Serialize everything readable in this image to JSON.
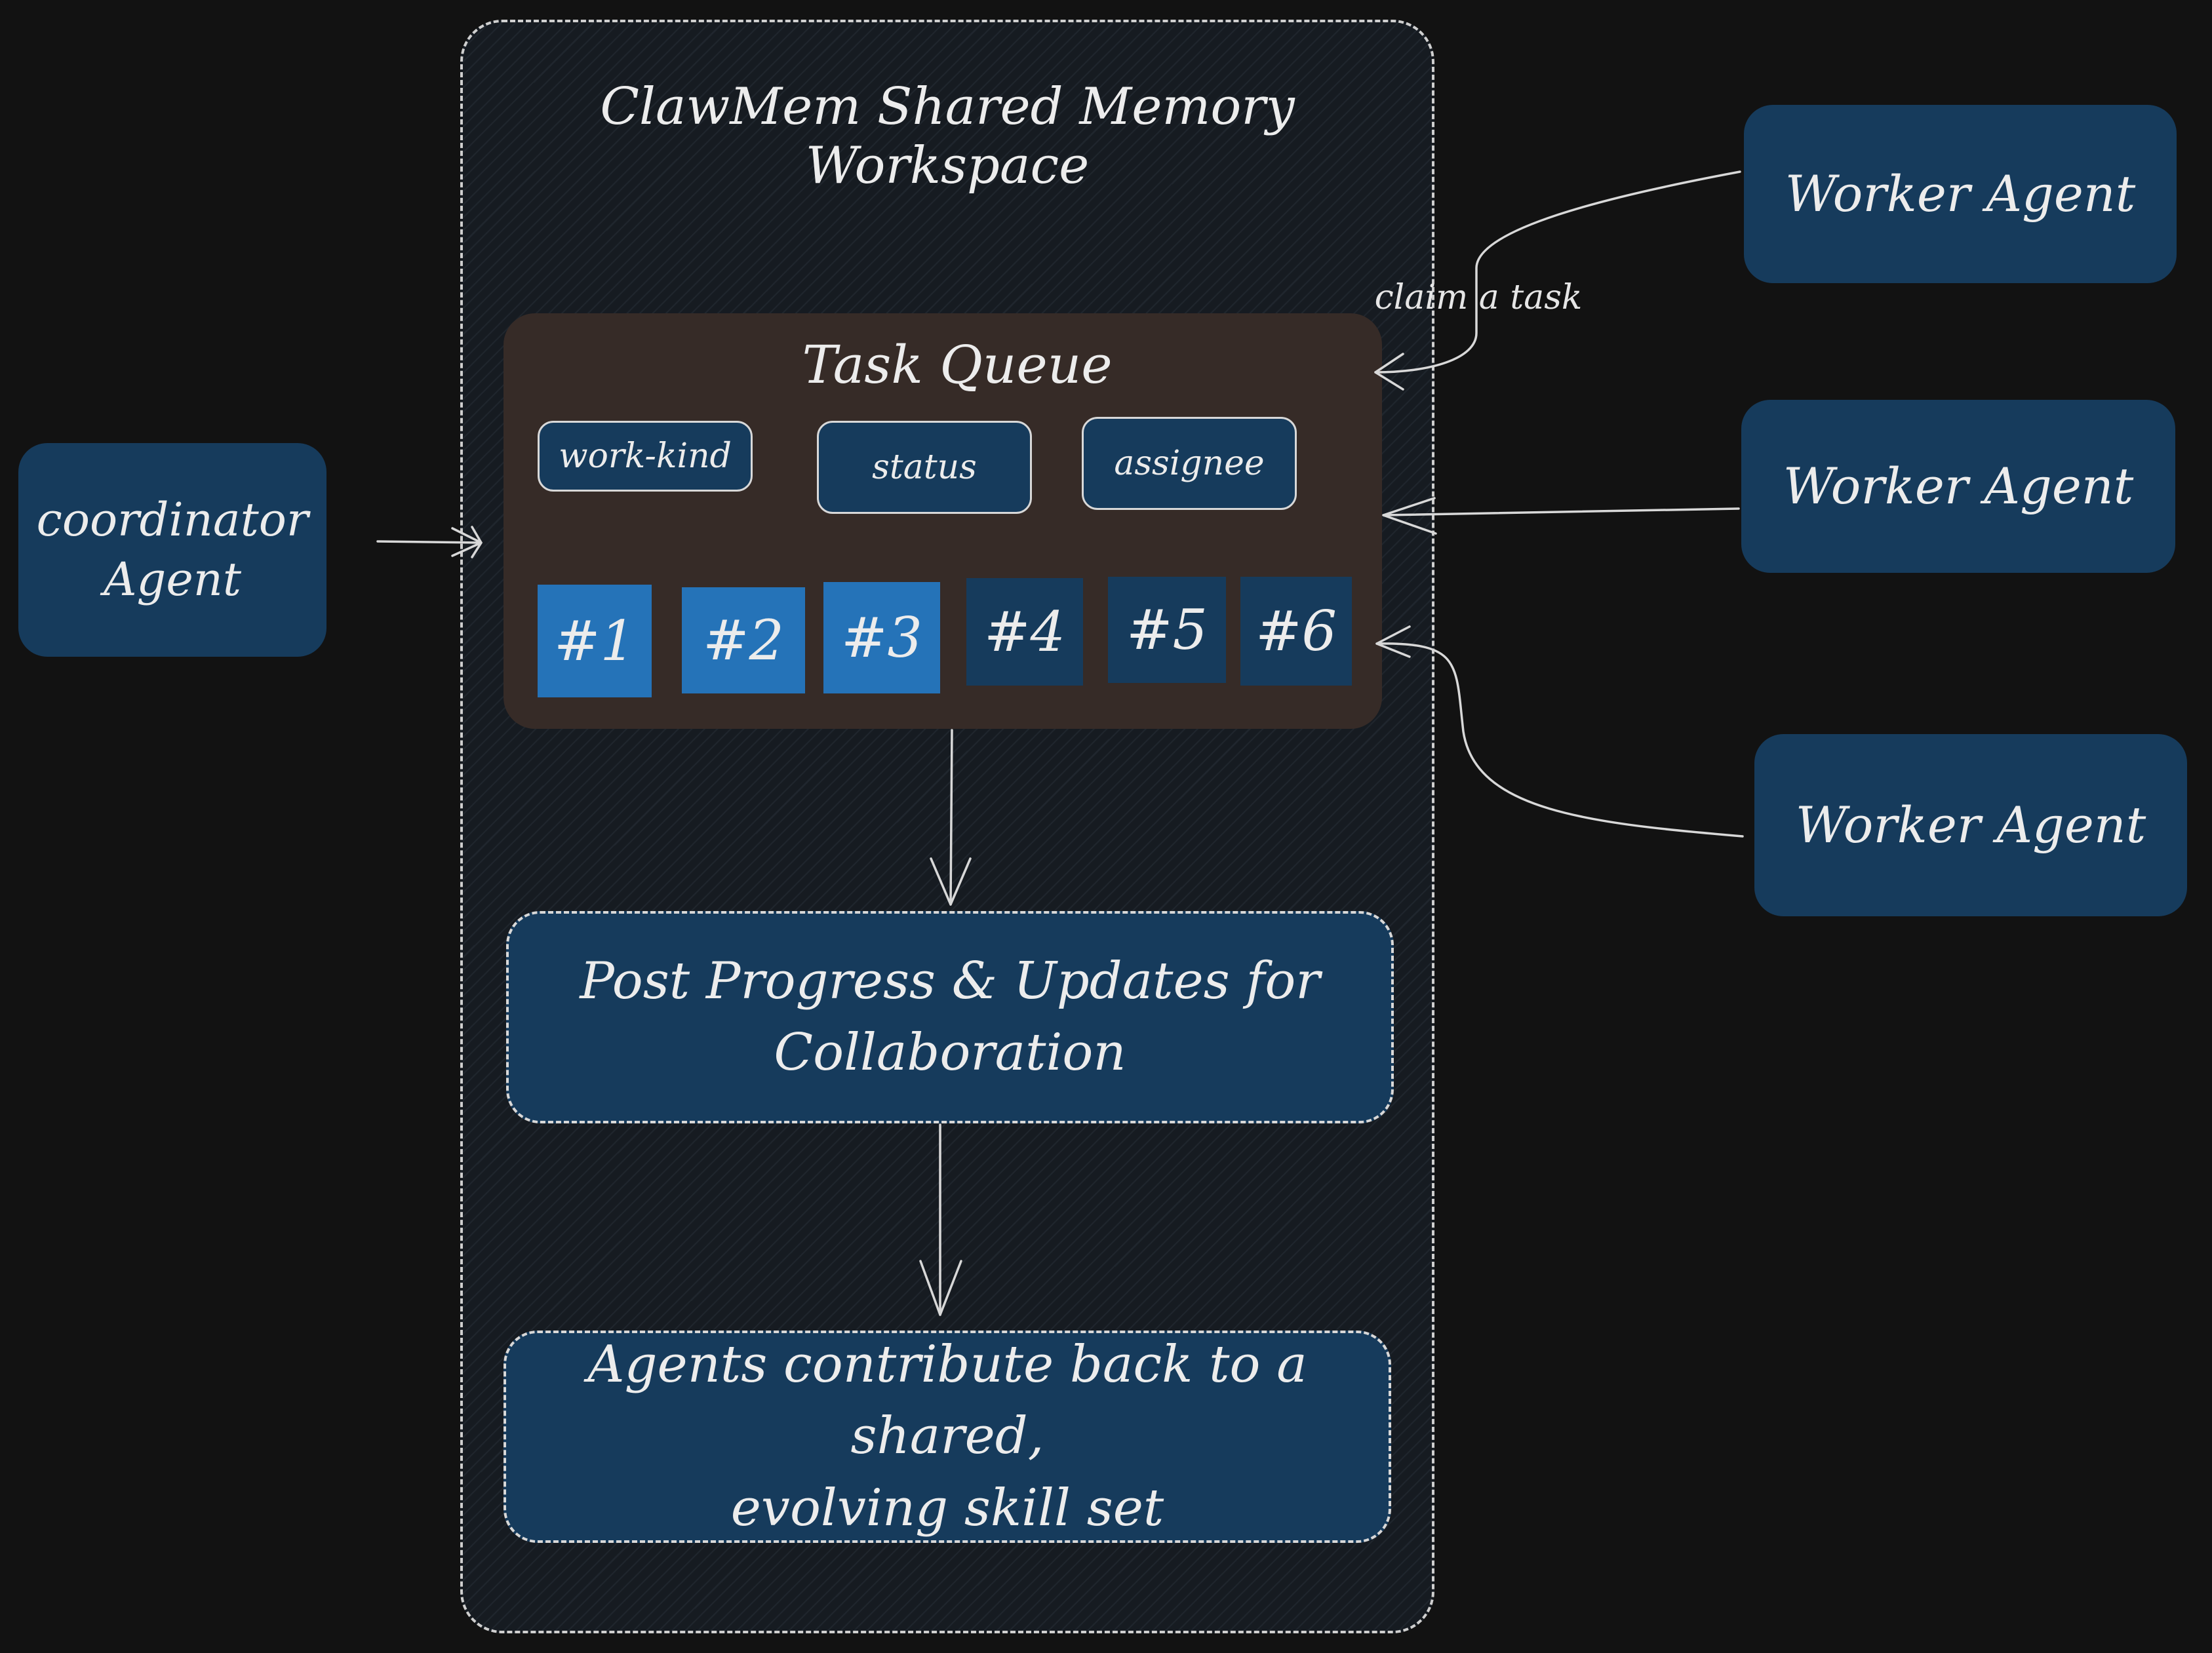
{
  "workspace": {
    "title": "ClawMem Shared Memory Workspace"
  },
  "coordinator": {
    "line1": "coordinator",
    "line2": "Agent"
  },
  "workers": [
    {
      "label": "Worker Agent"
    },
    {
      "label": "Worker Agent"
    },
    {
      "label": "Worker Agent"
    }
  ],
  "edge_label": "claim a task",
  "task_queue": {
    "title": "Task Queue",
    "fields": [
      "work-kind",
      "status",
      "assignee"
    ],
    "tasks": [
      {
        "label": "#1",
        "state": "active"
      },
      {
        "label": "#2",
        "state": "active"
      },
      {
        "label": "#3",
        "state": "active"
      },
      {
        "label": "#4",
        "state": "idle"
      },
      {
        "label": "#5",
        "state": "idle"
      },
      {
        "label": "#6",
        "state": "idle"
      }
    ]
  },
  "progress_panel": {
    "line1": "Post Progress & Updates for",
    "line2": "Collaboration"
  },
  "skills_panel": {
    "line1": "Agents contribute back to a shared,",
    "line2": "evolving skill set"
  },
  "colors": {
    "background": "#121212",
    "node_fill": "#163b5c",
    "active_task": "#2573b8",
    "queue_fill": "#362b27",
    "stroke": "#d8d8d8"
  }
}
